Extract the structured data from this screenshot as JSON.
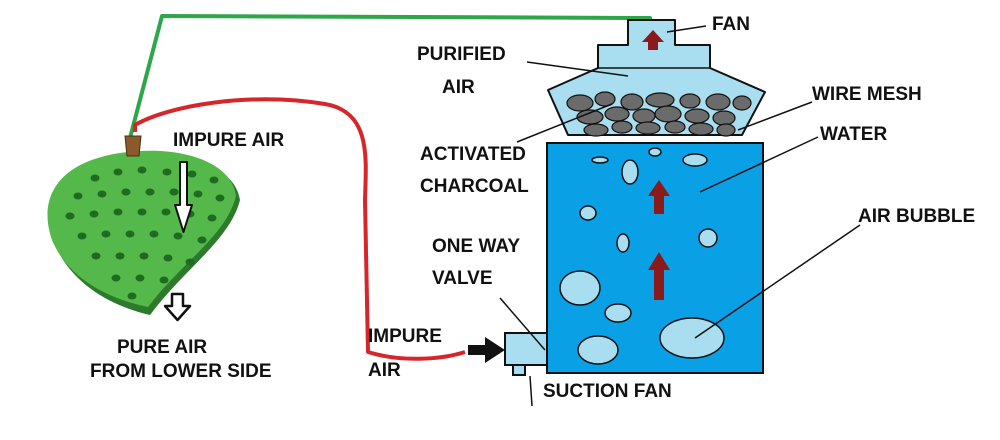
{
  "labels": {
    "fan": "FAN",
    "purified_line1": "PURIFIED",
    "purified_line2": "AIR",
    "wire_mesh": "WIRE MESH",
    "water": "WATER",
    "activated_line1": "ACTIVATED",
    "activated_line2": "CHARCOAL",
    "air_bubble": "AIR BUBBLE",
    "one_way_line1": "ONE WAY",
    "one_way_line2": "VALVE",
    "impure_air_top": "IMPURE AIR",
    "impure_line1": "IMPURE",
    "impure_line2": "AIR",
    "suction_fan": "SUCTION FAN",
    "pure_air_line1": "PURE AIR",
    "pure_air_line2": "FROM LOWER SIDE"
  },
  "colors": {
    "water": "#0aa0e6",
    "light_blue": "#a9def0",
    "green_pipe": "#2ea64a",
    "red_pipe": "#d6262b",
    "flow_arrow": "#8b1a1a",
    "charcoal": "#6b6b6b",
    "leaf": "#55b84a",
    "leaf_hole": "#1e6b22"
  }
}
